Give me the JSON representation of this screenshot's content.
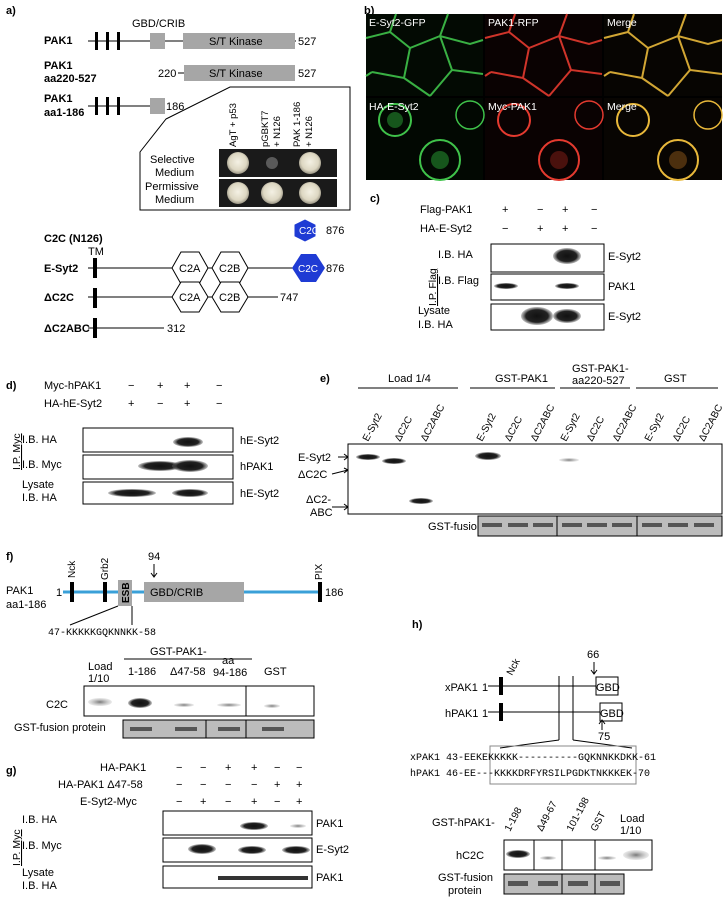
{
  "colors": {
    "membrane_green": "#3fc24a",
    "pak_red": "#e43a2f",
    "c2c_blue": "#1f3bd4",
    "line_blue": "#3aa0d8",
    "box_gray": "#a6a6a6",
    "blot_band": "#1c1c1c"
  },
  "panel_a": {
    "label": "a)",
    "pak1": "PAK1",
    "gbd_crib": "GBD/CRIB",
    "kinase": "S/T Kinase",
    "end": "527",
    "pak1_220": "PAK1",
    "aa220_527": "aa220-527",
    "start_220": "220",
    "end_220": "527",
    "pak1_186": "PAK1",
    "aa1_186": "aa1-186",
    "end_186": "186",
    "col1": "AgT + p53",
    "col2": "pGBKT7",
    "col2b": "+ N126",
    "col3": "PAK 1-186",
    "col3b": "+ N126",
    "sel": "Selective",
    "sel_b": "Medium",
    "perm": "Permissive",
    "perm_b": "Medium",
    "c2c_title": "C2C (N126)",
    "c2c": "C2C",
    "c2c_end": "876",
    "tm": "TM",
    "esyt2": "E-Syt2",
    "c2a": "C2A",
    "c2b": "C2B",
    "esyt2_end": "876",
    "dc2c": "ΔC2C",
    "dc2c_end": "747",
    "dc2abc": "ΔC2ABC",
    "dc2abc_end": "312"
  },
  "panel_b": {
    "label": "b)",
    "top": [
      "E-Syt2-GFP",
      "PAK1-RFP",
      "Merge"
    ],
    "bottom": [
      "HA-E-Syt2",
      "Myc-PAK1",
      "Merge"
    ]
  },
  "panel_c": {
    "label": "c)",
    "rows": [
      {
        "name": "Flag-PAK1",
        "signs": [
          "+",
          "−",
          "+",
          "−"
        ]
      },
      {
        "name": "HA-E-Syt2",
        "signs": [
          "−",
          "+",
          "+",
          "−"
        ]
      }
    ],
    "ip": "I.P. Flag",
    "blot1": "I.B. HA",
    "blot1_r": "E-Syt2",
    "blot2": "I.B. Flag",
    "blot2_r": "PAK1",
    "lysate": "Lysate",
    "lysate_b": "I.B. HA",
    "blot3_r": "E-Syt2"
  },
  "panel_d": {
    "label": "d)",
    "rows": [
      {
        "name": "Myc-hPAK1",
        "signs": [
          "−",
          "+",
          "+",
          "−"
        ]
      },
      {
        "name": "HA-hE-Syt2",
        "signs": [
          "+",
          "−",
          "+",
          "−"
        ]
      }
    ],
    "ip": "I.P. Myc",
    "blot1": "I.B. HA",
    "blot1_r": "hE-Syt2",
    "blot2": "I.B. Myc",
    "blot2_r": "hPAK1",
    "lysate": "Lysate",
    "lysate_b": "I.B. HA",
    "blot3_r": "hE-Syt2"
  },
  "panel_e": {
    "label": "e)",
    "groups": [
      "Load 1/4",
      "GST-PAK1",
      "GST-PAK1-",
      "aa220-527",
      "GST"
    ],
    "lanes": [
      "E-Syt2",
      "ΔC2C",
      "ΔC2ABC",
      "E-Syt2",
      "ΔC2C",
      "ΔC2ABC",
      "E-Syt2",
      "ΔC2C",
      "ΔC2ABC",
      "E-Syt2",
      "ΔC2C",
      "ΔC2ABC"
    ],
    "m1": "E-Syt2",
    "m2": "ΔC2C",
    "m3": "ΔC2-",
    "m3b": "ABC",
    "fusion": "GST-fusion protein"
  },
  "panel_f": {
    "label": "f)",
    "nck": "Nck",
    "grb2": "Grb2",
    "esb": "ESB",
    "gbd": "GBD/CRIB",
    "pix": "PIX",
    "pos94": "94",
    "pak1": "PAK1",
    "aa": "aa1-186",
    "start": "1",
    "end": "186",
    "seq": "47-KKKKKGQKNNKK-58",
    "gst": "GST-PAK1-",
    "lanes": [
      "Load",
      "1/10",
      "1-186",
      "Δ47-58",
      "aa",
      "94-186",
      "GST"
    ],
    "c2c": "C2C",
    "fusion": "GST-fusion protein"
  },
  "panel_g": {
    "label": "g)",
    "rows": [
      {
        "name": "HA-PAK1",
        "signs": [
          "−",
          "−",
          "+",
          "+",
          "−",
          "−"
        ]
      },
      {
        "name": "HA-PAK1 Δ47-58",
        "signs": [
          "−",
          "−",
          "−",
          "−",
          "+",
          "+"
        ]
      },
      {
        "name": "E-Syt2-Myc",
        "signs": [
          "−",
          "+",
          "−",
          "+",
          "−",
          "+"
        ]
      }
    ],
    "ip": "I.P. Myc",
    "blot1": "I.B. HA",
    "blot1_r": "PAK1",
    "blot2": "I.B. Myc",
    "blot2_r": "E-Syt2",
    "lysate": "Lysate",
    "lysate_b": "I.B. HA",
    "blot3_r": "PAK1"
  },
  "panel_h": {
    "label": "h)",
    "nck": "Nck",
    "x": "xPAK1",
    "h": "hPAK1",
    "one_x": "1",
    "one_h": "1",
    "gbd1": "GBD",
    "gbd2": "GBD",
    "p66": "66",
    "p75": "75",
    "xseq": "xPAK1 43-EEKEKKKKK----------GQKNNKKDKK-61",
    "hseq": "hPAK1 46-EE---KKKKDRFYRSILPGDKTNKKKEK-70",
    "gst": "GST-hPAK1-",
    "lanes": [
      "1-198",
      "Δ49-67",
      "101-198",
      "GST",
      "Load",
      "1/10"
    ],
    "c2c": "hC2C",
    "fusion": "GST-fusion",
    "fusion_b": "protein"
  }
}
